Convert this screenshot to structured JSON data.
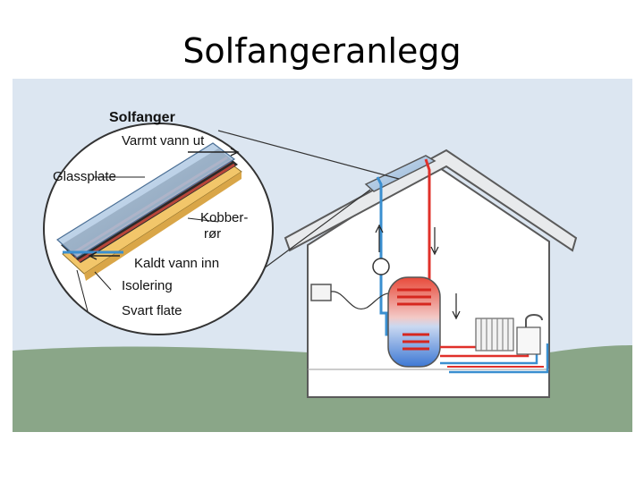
{
  "slide": {
    "title": "Solfangeranlegg"
  },
  "diagram": {
    "labels": {
      "solfanger": "Solfanger",
      "varmt_vann_ut": "Varmt vann ut",
      "glassplate": "Glassplate",
      "kobber": "Kobber-",
      "ror": "rør",
      "kaldt_vann_inn": "Kaldt vann inn",
      "isolering": "Isolering",
      "svart_flate": "Svart flate"
    },
    "colors": {
      "sky": "#dce6f1",
      "ground": "#8aa688",
      "hot_pipe": "#e0302a",
      "cold_pipe": "#3a8fd0",
      "roof": "#e8eaec",
      "house_wall": "#ffffff"
    }
  }
}
